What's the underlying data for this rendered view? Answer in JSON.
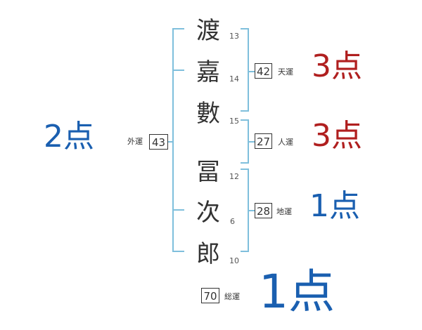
{
  "colors": {
    "bracket": "#7fbfdc",
    "score_red": "#b01f1f",
    "score_blue": "#1a5fb0",
    "text": "#333333"
  },
  "name": [
    {
      "char": "渡",
      "strokes": "13"
    },
    {
      "char": "嘉",
      "strokes": "14"
    },
    {
      "char": "數",
      "strokes": "15"
    },
    {
      "char": "冨",
      "strokes": "12"
    },
    {
      "char": "次",
      "strokes": "6"
    },
    {
      "char": "郎",
      "strokes": "10"
    }
  ],
  "fortunes": {
    "tenun": {
      "value": "42",
      "label": "天運",
      "score": "3点"
    },
    "jinun": {
      "value": "27",
      "label": "人運",
      "score": "3点"
    },
    "chiun": {
      "value": "28",
      "label": "地運",
      "score": "1点"
    },
    "gaiun": {
      "value": "43",
      "label": "外運",
      "score": "2点"
    },
    "souun": {
      "value": "70",
      "label": "総運",
      "score": "1点"
    }
  }
}
